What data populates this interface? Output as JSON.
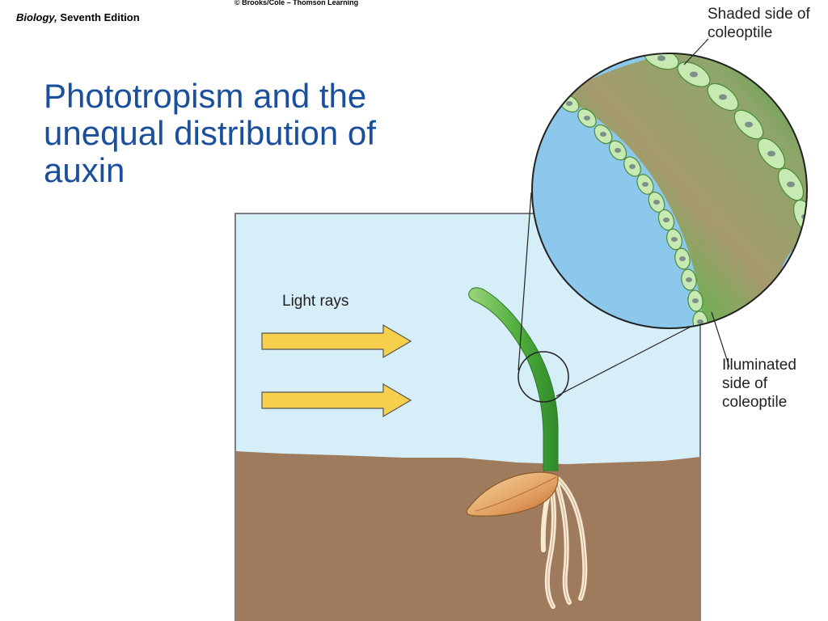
{
  "header": {
    "book_title": "Biology,",
    "book_edition": "Seventh Edition",
    "copyright": "© Brooks/Cole – Thomson Learning"
  },
  "slide": {
    "title": "Phototropism and the unequal distribution of auxin"
  },
  "diagram": {
    "labels": {
      "light_rays": "Light rays",
      "shaded_side": "Shaded side of coleoptile",
      "illuminated_side": "Illuminated side of coleoptile"
    },
    "colors": {
      "sky": "#d6eef8",
      "soil": "#9e7b5c",
      "arrow": "#f8cf4a",
      "coleoptile": "#4fae3c",
      "magnify_bg": "#8cc8ec",
      "title": "#1a4f9c"
    }
  }
}
